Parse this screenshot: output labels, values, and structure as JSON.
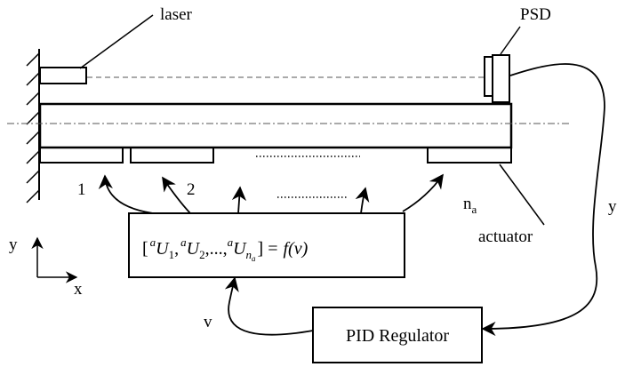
{
  "labels": {
    "laser": "laser",
    "psd": "PSD",
    "actuator_one": "1",
    "actuator_two": "2",
    "actuator_last_base": "n",
    "actuator_last_sub": "a",
    "actuator": "actuator",
    "axis_y": "y",
    "axis_x": "x",
    "feedback_y": "y",
    "signal_v": "v"
  },
  "control_box": {
    "open_bracket": "[",
    "sup_a": "a",
    "U": "U",
    "sub_1": "1",
    "sub_2": "2",
    "comma": ",",
    "ellipsis": ",...,",
    "sub_n": "n",
    "sub_n_a": "a",
    "close_eq": "] =",
    "f_of_v": "f(v)"
  },
  "pid_box": {
    "label": "PID Regulator"
  }
}
